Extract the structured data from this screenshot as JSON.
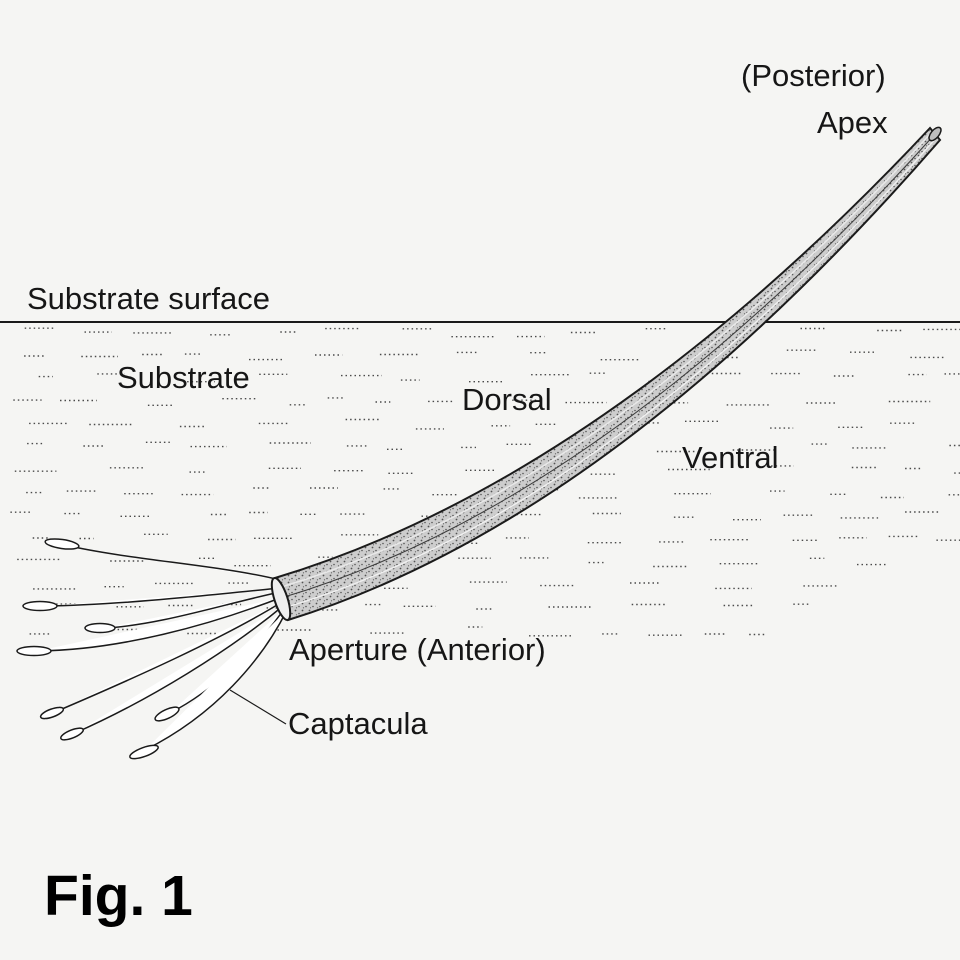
{
  "figure": {
    "title": "Fig. 1"
  },
  "labels": {
    "posterior": "(Posterior)",
    "apex": "Apex",
    "substrate_surface": "Substrate surface",
    "substrate": "Substrate",
    "dorsal": "Dorsal",
    "ventral": "Ventral",
    "aperture": "Aperture (Anterior)",
    "captacula": "Captacula"
  },
  "colors": {
    "background": "#f5f5f3",
    "ink": "#161616",
    "shell_fill": "#cfcfcf",
    "stipple": "#2a2a2a"
  }
}
